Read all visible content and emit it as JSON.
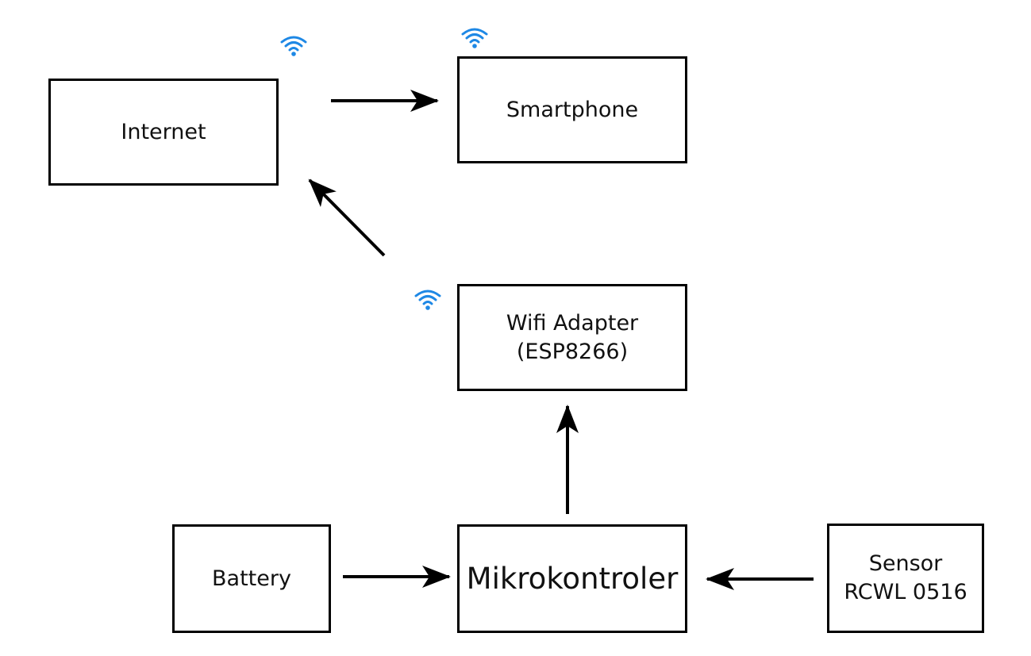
{
  "diagram": {
    "nodes": {
      "internet": {
        "lines": [
          "Internet"
        ]
      },
      "smartphone": {
        "lines": [
          "Smartphone"
        ]
      },
      "wifi_adapter": {
        "lines": [
          "Wifi Adapter",
          "(ESP8266)"
        ]
      },
      "microcontroller": {
        "lines": [
          "Mikrokontroler"
        ]
      },
      "battery": {
        "lines": [
          "Battery"
        ]
      },
      "sensor": {
        "lines": [
          "Sensor",
          "RCWL 0516"
        ]
      }
    },
    "edges": [
      {
        "from": "battery",
        "to": "microcontroller"
      },
      {
        "from": "sensor",
        "to": "microcontroller"
      },
      {
        "from": "microcontroller",
        "to": "wifi_adapter"
      },
      {
        "from": "wifi_adapter",
        "to": "internet"
      },
      {
        "from": "internet",
        "to": "smartphone"
      }
    ],
    "icons": {
      "wireless": "wifi-icon"
    },
    "colors": {
      "stroke": "#000000",
      "wifi": "#1e88e5"
    }
  }
}
